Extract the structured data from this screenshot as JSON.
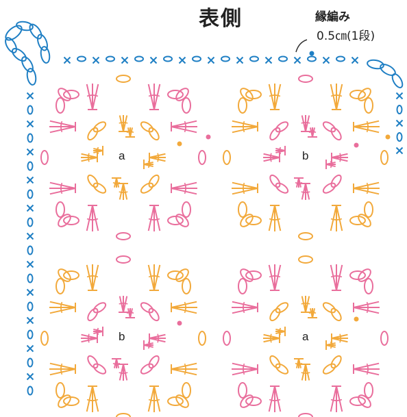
{
  "title": "表側",
  "edging": {
    "name": "縁編み",
    "size": "0.5㎝(1段)"
  },
  "motifs": [
    {
      "id": "top-left",
      "label": "a"
    },
    {
      "id": "top-right",
      "label": "b"
    },
    {
      "id": "bottom-left",
      "label": "b"
    },
    {
      "id": "bottom-right",
      "label": "a"
    }
  ],
  "colors": {
    "pink": "#e96e9c",
    "orange": "#f2a93b",
    "blue": "#1f7fc4"
  }
}
